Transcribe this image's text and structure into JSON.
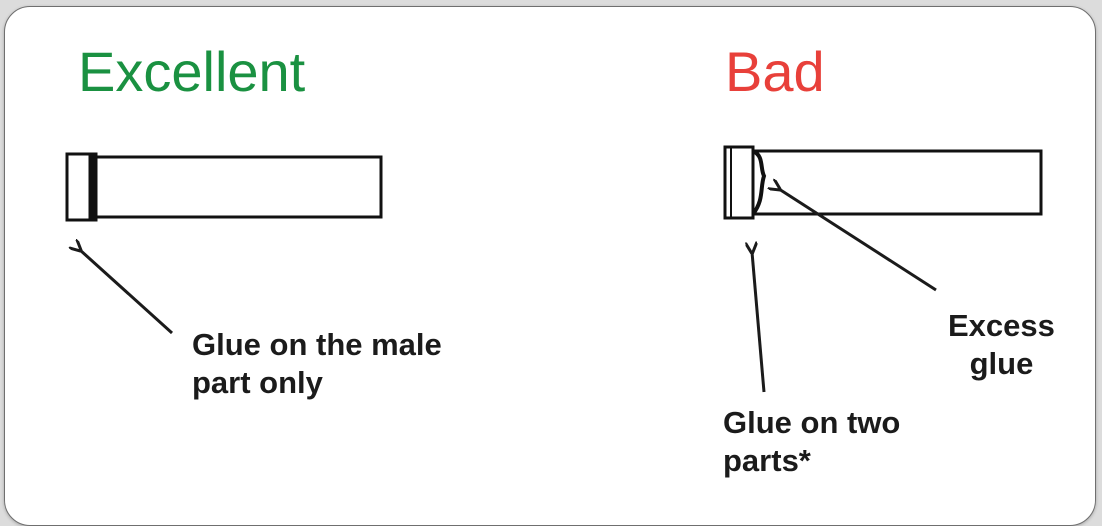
{
  "excellent": {
    "title": "Excellent",
    "title_color": "#1a9141",
    "label_line1": "Glue on the male",
    "label_line2": "part only"
  },
  "bad": {
    "title": "Bad",
    "title_color": "#e8403a",
    "excess_line1": "Excess",
    "excess_line2": "glue",
    "two_line1": "Glue on two",
    "two_line2": "parts*"
  }
}
